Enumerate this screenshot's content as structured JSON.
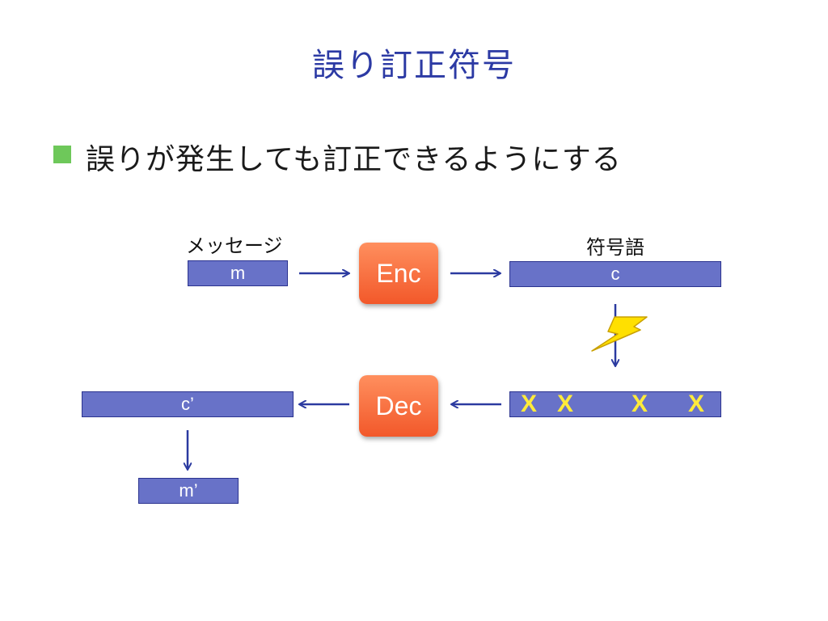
{
  "title": "誤り訂正符号",
  "bullet": "誤りが発生しても訂正できるようにする",
  "labels": {
    "message": "メッセージ",
    "codeword": "符号語"
  },
  "bars": {
    "m": "m",
    "c": "c",
    "c_prime": "c’",
    "m_prime": "m’"
  },
  "boxes": {
    "enc": "Enc",
    "dec": "Dec"
  },
  "errors": [
    "X",
    "X",
    "X",
    "X"
  ],
  "colors": {
    "title": "#2c3aa4",
    "bar_fill": "#6872c8",
    "bar_border": "#2b338f",
    "box_top": "#ff8f5e",
    "box_bottom": "#f2582a",
    "arrow": "#2b3aa0",
    "bullet": "#6ec85a",
    "error_mark": "#ffeb3b",
    "lightning": "#ffe000"
  },
  "icons": {
    "bullet": "square-bullet-icon",
    "noise": "lightning-icon"
  }
}
